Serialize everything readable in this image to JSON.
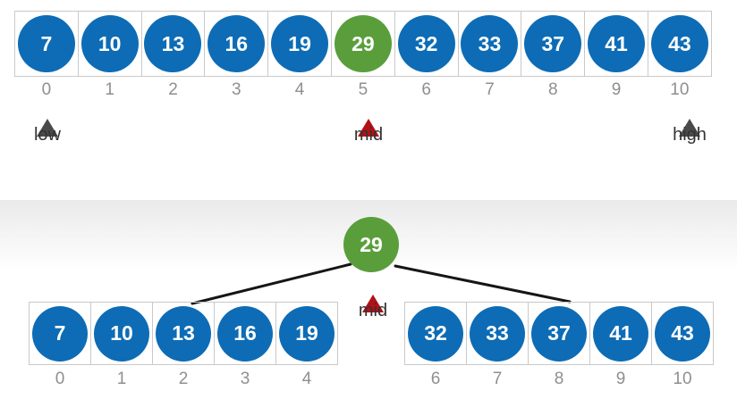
{
  "colors": {
    "blue": "#0d6cb5",
    "green": "#5a9e3c",
    "red": "#b11117",
    "gray_arrow": "#4a4a4a",
    "index_gray": "#8f8f8f",
    "label_dark": "#333333",
    "cell_border": "#c9c9c9",
    "connector": "#151515"
  },
  "top": {
    "values": [
      "7",
      "10",
      "13",
      "16",
      "19",
      "29",
      "32",
      "33",
      "37",
      "41",
      "43"
    ],
    "indices": [
      "0",
      "1",
      "2",
      "3",
      "4",
      "5",
      "6",
      "7",
      "8",
      "9",
      "10"
    ],
    "highlight_index": 5,
    "pointers": [
      {
        "label": "low",
        "index": 0
      },
      {
        "label": "mid",
        "index": 5
      },
      {
        "label": "high",
        "index": 10
      }
    ]
  },
  "bottom": {
    "root_value": "29",
    "mid_label": "mid",
    "left_values": [
      "7",
      "10",
      "13",
      "16",
      "19"
    ],
    "left_indices": [
      "0",
      "1",
      "2",
      "3",
      "4"
    ],
    "right_values": [
      "32",
      "33",
      "37",
      "41",
      "43"
    ],
    "right_indices": [
      "6",
      "7",
      "8",
      "9",
      "10"
    ]
  }
}
